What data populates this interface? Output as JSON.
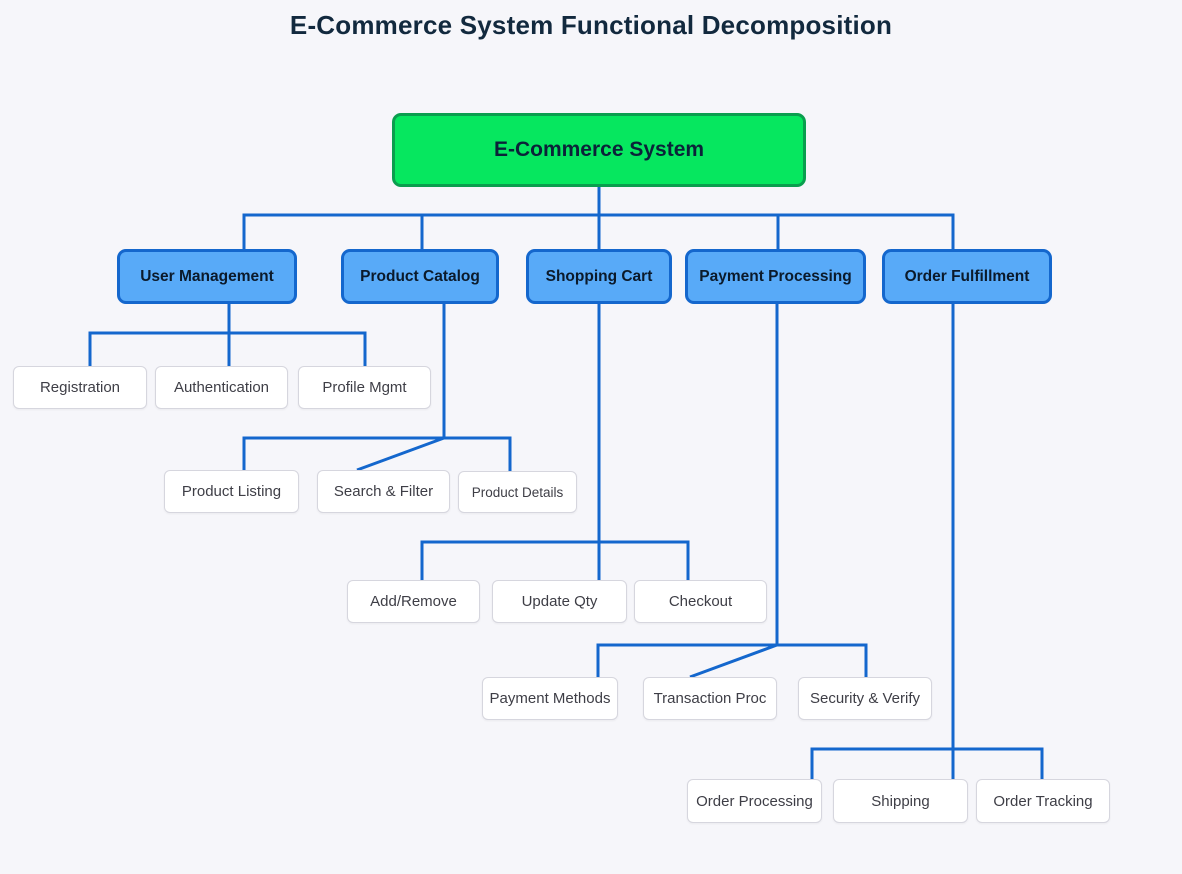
{
  "title": "E-Commerce System Functional Decomposition",
  "diagram": {
    "root": {
      "label": "E-Commerce System"
    },
    "branches": [
      {
        "label": "User Management",
        "children": [
          "Registration",
          "Authentication",
          "Profile Mgmt"
        ]
      },
      {
        "label": "Product Catalog",
        "children": [
          "Product Listing",
          "Search & Filter",
          "Product Details"
        ]
      },
      {
        "label": "Shopping Cart",
        "children": [
          "Add/Remove",
          "Update Qty",
          "Checkout"
        ]
      },
      {
        "label": "Payment Processing",
        "children": [
          "Payment Methods",
          "Transaction Proc",
          "Security & Verify"
        ]
      },
      {
        "label": "Order Fulfillment",
        "children": [
          "Order Processing",
          "Shipping",
          "Order Tracking"
        ]
      }
    ]
  },
  "colors": {
    "background": "#f6f6fa",
    "title_text": "#12293e",
    "root_fill": "#06e75f",
    "root_border": "#0a9e4e",
    "branch_fill": "#58aaf8",
    "branch_border": "#1467cd",
    "leaf_fill": "#ffffff",
    "leaf_border": "#d6d6de",
    "leaf_text": "#3e3e46",
    "connector": "#1467cd"
  }
}
